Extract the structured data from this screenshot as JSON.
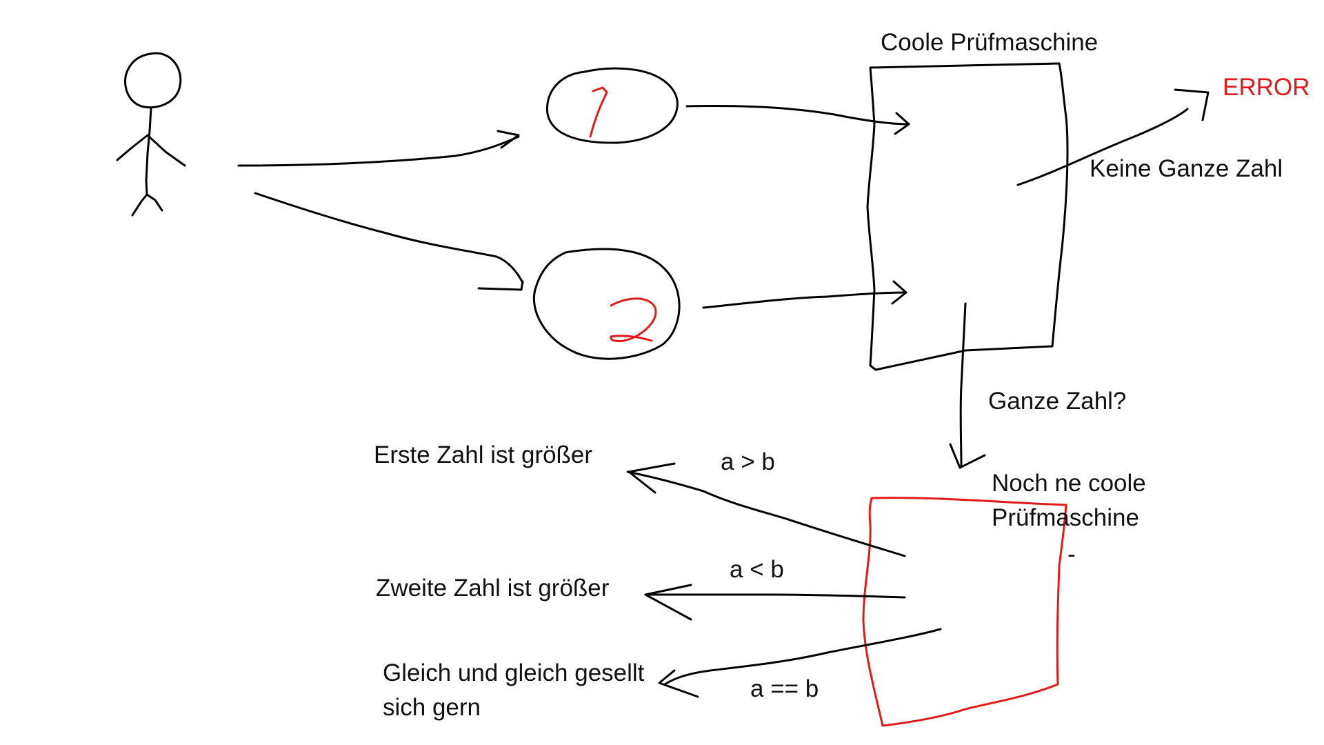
{
  "colors": {
    "background": "#ffffff",
    "ink": "#000000",
    "red": "#e11a1a"
  },
  "inputs": {
    "first_value": "7",
    "second_value": "2"
  },
  "machine1": {
    "title": "Coole Prüfmaschine",
    "error_label": "ERROR",
    "non_integer_label": "Keine Ganze Zahl",
    "integer_question": "Ganze Zahl?"
  },
  "machine2": {
    "title_line1": "Noch ne coole",
    "title_line2": "Prüfmaschine",
    "mark": "-"
  },
  "outcomes": {
    "first_greater": {
      "condition": "a > b",
      "result": "Erste Zahl ist größer"
    },
    "second_greater": {
      "condition": "a < b",
      "result": "Zweite Zahl ist größer"
    },
    "equal": {
      "condition": "a == b",
      "result_line1": "Gleich und gleich gesellt",
      "result_line2": "sich gern"
    }
  }
}
